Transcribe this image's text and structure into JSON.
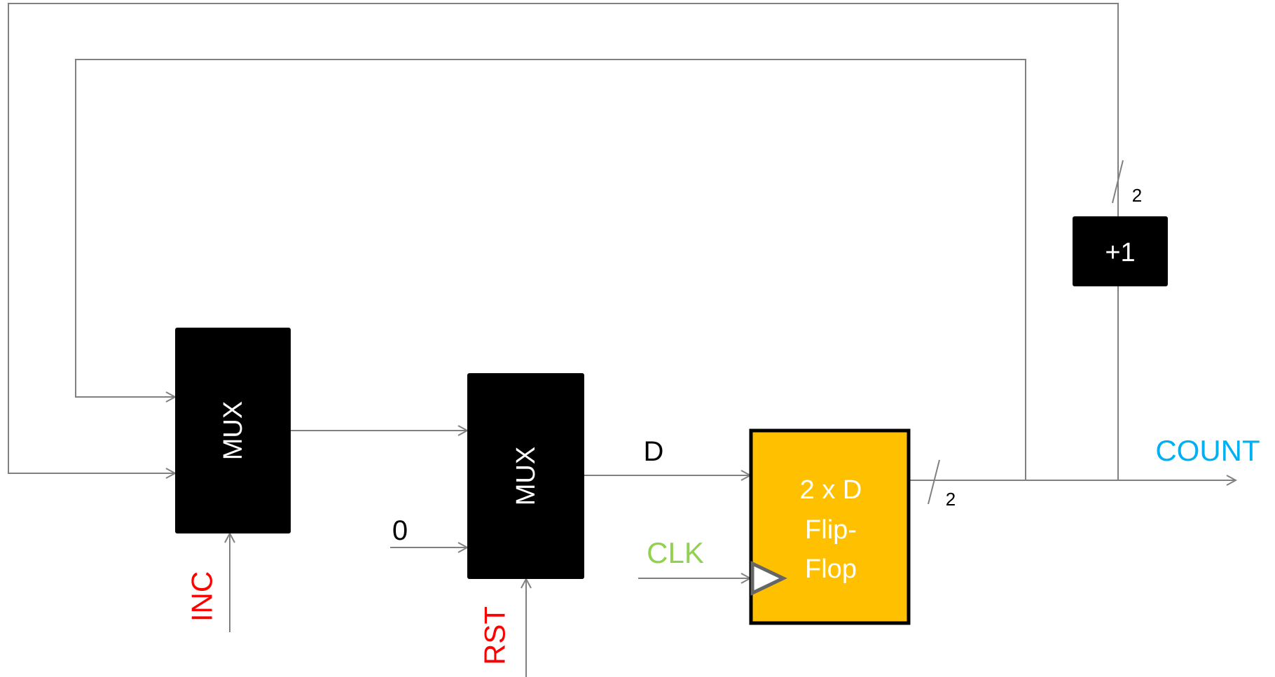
{
  "colors": {
    "wire": "#808080",
    "block_fill": "#000000",
    "block_text": "#ffffff",
    "flipflop_fill": "#FFC000",
    "flipflop_border": "#000000",
    "clock_triangle": "#666666",
    "inc": "#FF0000",
    "rst": "#FF0000",
    "clk": "#92D050",
    "count": "#00B0F0",
    "text": "#000000"
  },
  "blocks": {
    "mux1_label": "MUX",
    "mux2_label": "MUX",
    "incrementer_label": "+1",
    "flipflop_lines": [
      "2 x D",
      "Flip-",
      "Flop"
    ]
  },
  "signals": {
    "inc": "INC",
    "rst": "RST",
    "clk": "CLK",
    "count": "COUNT",
    "d": "D",
    "zero": "0"
  },
  "bus_widths": {
    "feedback_bus": "2",
    "output_bus": "2"
  }
}
